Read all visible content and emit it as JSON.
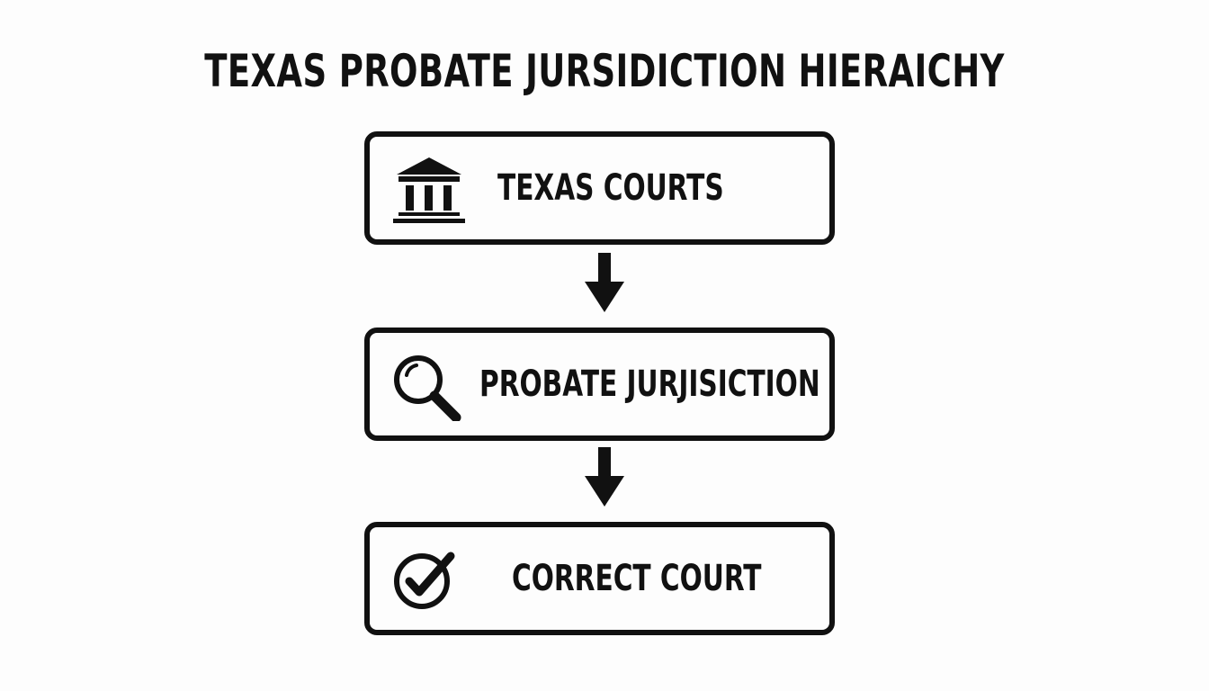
{
  "title": "TEXAS PROBATE JURSIDICTION HIERAICHY",
  "nodes": [
    {
      "label": "TEXAS COURTS",
      "icon": "courthouse-icon"
    },
    {
      "label": "PROBATE JURJISICTION",
      "icon": "magnifier-icon"
    },
    {
      "label": "CORRECT COURT",
      "icon": "checkmark-circle-icon"
    }
  ],
  "colors": {
    "stroke": "#111111",
    "background": "#fdfdfd"
  }
}
